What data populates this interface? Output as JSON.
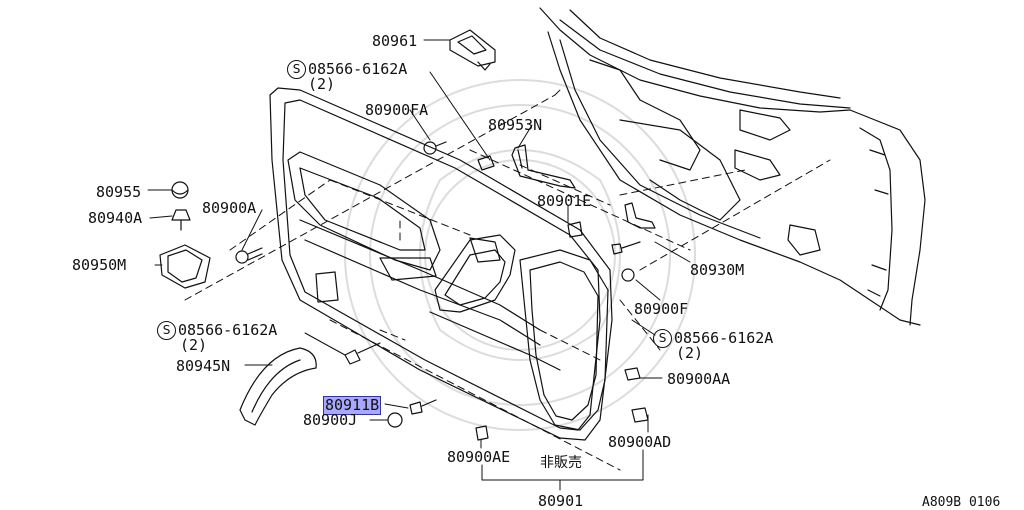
{
  "part_labels": {
    "p80961": "80961",
    "p08566_top": "08566-6162A",
    "p08566_top_qty": "(2)",
    "p80900FA": "80900FA",
    "p80953N": "80953N",
    "p80955": "80955",
    "p80940A": "80940A",
    "p80900A": "80900A",
    "p80950M": "80950M",
    "p80901E": "80901E",
    "p80930M": "80930M",
    "p80900F": "80900F",
    "p08566_left": "08566-6162A",
    "p08566_left_qty": "(2)",
    "p08566_right": "08566-6162A",
    "p08566_right_qty": "(2)",
    "p80945N": "80945N",
    "p80900AA": "80900AA",
    "p80911B": "80911B",
    "p80900J": "80900J",
    "p80900AD": "80900AD",
    "p80900AE": "80900AE",
    "not_for_sale": "非販売",
    "p80901": "80901"
  },
  "screw_symbol": "S",
  "diagram_code": "A809B 0106",
  "colors": {
    "line": "#111111",
    "highlight": "#a8a8ff",
    "watermark": "#dcdcdc"
  }
}
